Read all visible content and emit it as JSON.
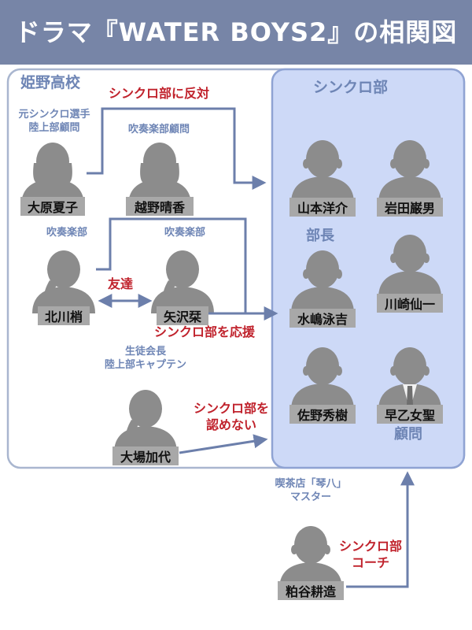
{
  "title": "ドラマ『WATER BOYS2』の相関図",
  "colors": {
    "title_band": "#7785a7",
    "role_text": "#6e85b5",
    "relation_text": "#c0222c",
    "arrow": "#6c7fab",
    "silhouette": "#8c8c8c",
    "synchro_panel": "#cdd9f7"
  },
  "groups": {
    "school": "姫野高校",
    "synchro_club": "シンクロ部"
  },
  "people": {
    "ohara": {
      "role_lines": [
        "元シンクロ選手",
        "陸上部顧問"
      ],
      "name": "大原夏子"
    },
    "koshino": {
      "role_lines": [
        "吹奏楽部顧問"
      ],
      "name": "越野晴香"
    },
    "kitagawa": {
      "role_lines": [
        "吹奏楽部"
      ],
      "name": "北川梢"
    },
    "yazawa": {
      "role_lines": [
        "吹奏楽部"
      ],
      "name": "矢沢栞"
    },
    "oba": {
      "role_lines": [
        "生徒会長",
        "陸上部キャプテン"
      ],
      "name": "大場加代"
    },
    "yamamoto": {
      "name": "山本洋介"
    },
    "iwata": {
      "name": "岩田巌男"
    },
    "mizushima": {
      "badge": "部長",
      "name": "水嶋泳吉"
    },
    "kawasaki": {
      "name": "川崎仙一"
    },
    "sano": {
      "name": "佐野秀樹"
    },
    "saotome": {
      "name": "早乙女聖",
      "badge": "顧問"
    },
    "kashiwaya": {
      "role_lines": [
        "喫茶店「琴八」",
        "マスター"
      ],
      "name": "粕谷耕造"
    }
  },
  "relations": {
    "oppose": "シンクロ部に反対",
    "friends": "友達",
    "support": "シンクロ部を応援",
    "not_approve_lines": [
      "シンクロ部を",
      "認めない"
    ],
    "coach_lines": [
      "シンクロ部",
      "コーチ"
    ]
  }
}
